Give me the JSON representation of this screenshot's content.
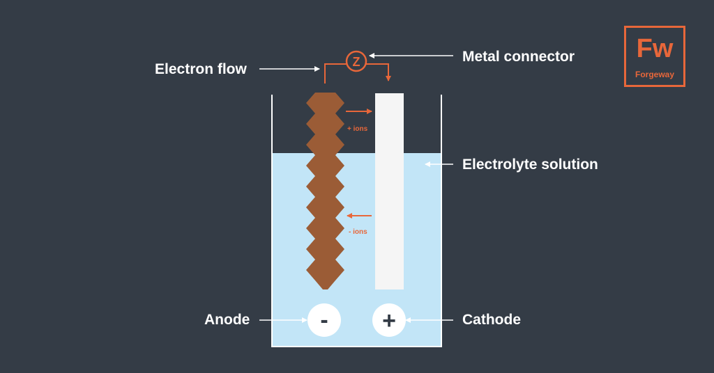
{
  "labels": {
    "electron_flow": "Electron flow",
    "metal_connector": "Metal connector",
    "electrolyte_solution": "Electrolyte solution",
    "anode": "Anode",
    "cathode": "Cathode",
    "positive_ions": "+ ions",
    "negative_ions": "- ions",
    "meter_symbol": "Z",
    "anode_sign": "-",
    "cathode_sign": "+"
  },
  "logo": {
    "monogram": "Fw",
    "name": "Forgeway"
  },
  "colors": {
    "background": "#343c46",
    "accent": "#e8673a",
    "electrolyte": "#c2e5f7",
    "anode": "#9b5c36",
    "cathode": "#f5f5f5",
    "text": "#ffffff"
  }
}
